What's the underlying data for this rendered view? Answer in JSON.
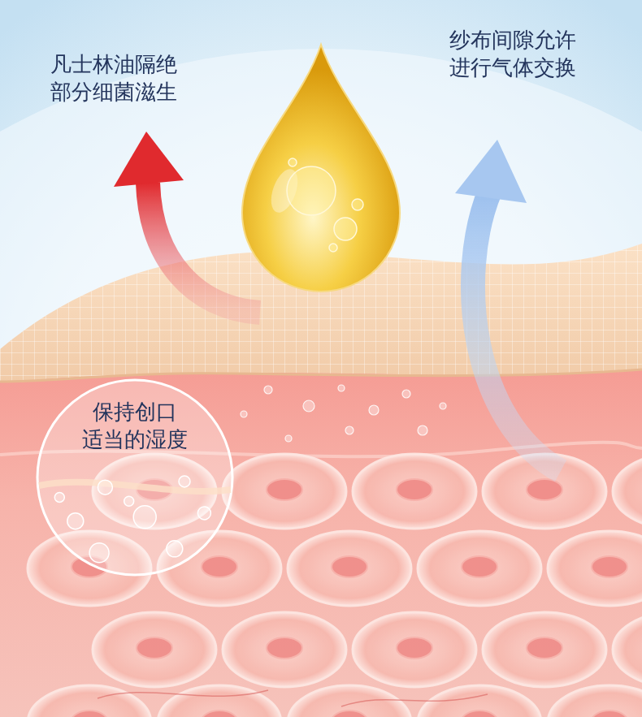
{
  "diagram": {
    "nodes": [
      {
        "text": [
          "保持创口 适当的湿度"
        ]
      }
    ],
    "labels": [
      "凡士林油隔绝 部分细菌滋生",
      "纱布间隙允许 进行气体交换"
    ]
  }
}
